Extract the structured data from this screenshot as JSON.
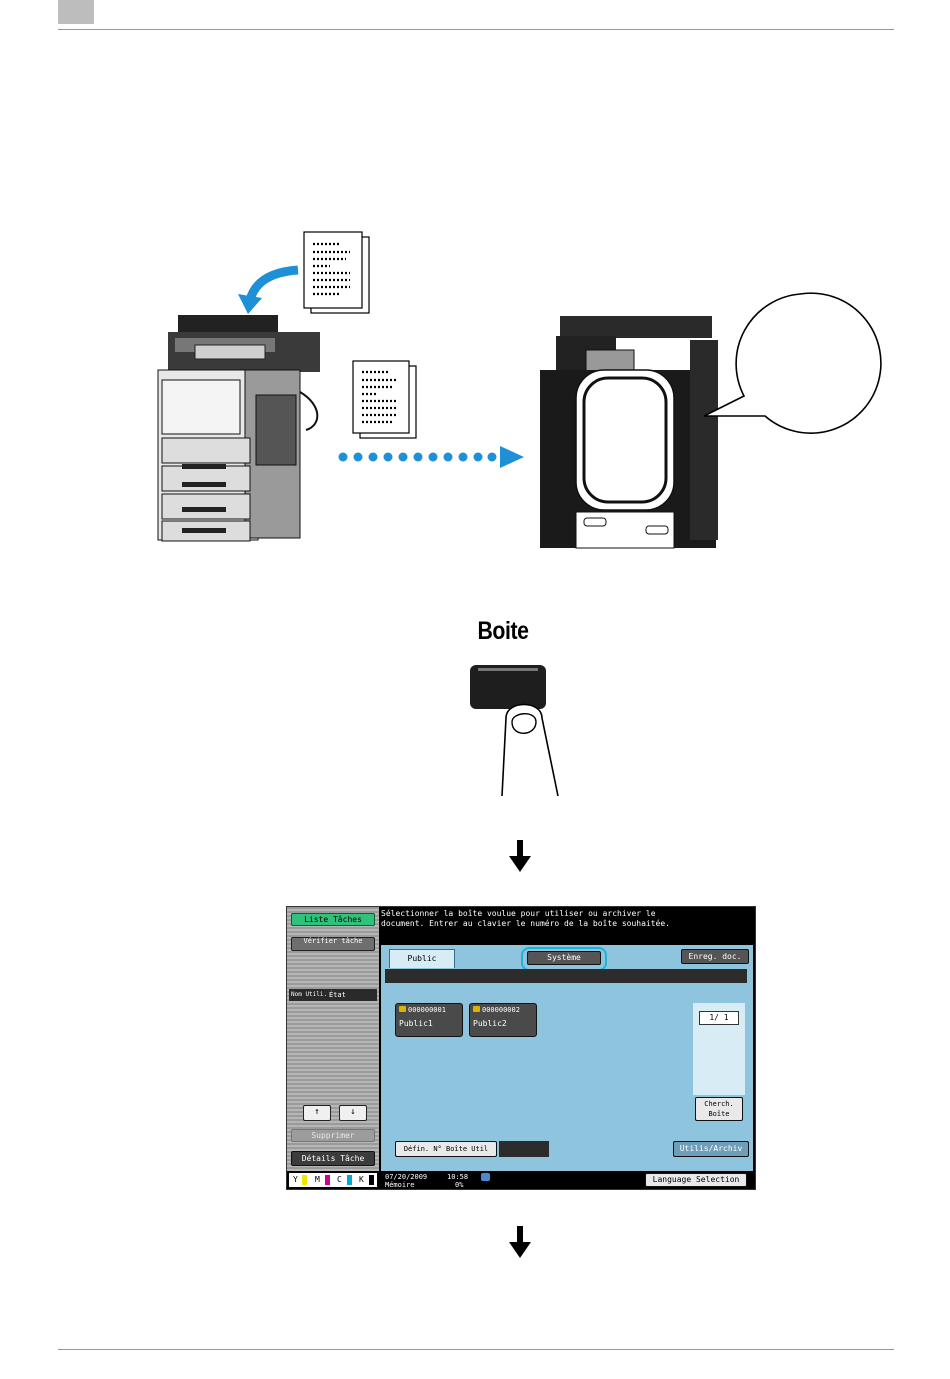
{
  "key": {
    "label": "Boite"
  },
  "panel": {
    "left": {
      "liste_taches": "Liste Tâches",
      "verifier_tache": "Vérifier tâche",
      "col_user": "Nom Utili.",
      "col_state": "État",
      "up": "↑",
      "down": "↓",
      "supprimer": "Supprimer",
      "details_tache": "Détails Tâche",
      "toner": [
        "Y",
        "M",
        "C",
        "K"
      ]
    },
    "message": {
      "line1": "Sélectionner la boîte voulue pour utiliser ou archiver le",
      "line2": "document. Entrer au clavier le numéro de la boîte souhaitée."
    },
    "tabs": {
      "public": "Public",
      "system": "Système"
    },
    "enreg_doc": "Enreg. doc.",
    "boxes": [
      {
        "number": "000000001",
        "name": "Public1"
      },
      {
        "number": "000000002",
        "name": "Public2"
      }
    ],
    "page": "1/  1",
    "cherch_line1": "Cherch.",
    "cherch_line2": "Boîte",
    "defin_label": "Défin. N° Boîte Util",
    "utilis_archiv": "Utilis/Archiv",
    "status": {
      "date": "07/20/2009",
      "time": "10:58",
      "memory_label": "Mémoire",
      "memory_value": "0%"
    },
    "language": "Language Selection"
  },
  "colors": {
    "screen_blue": "#8fc4de",
    "green_button": "#2ec27a",
    "highlight_ring": "#1cb4d6",
    "transfer_arrow": "#1e90d8",
    "toner_y": "#f2e600",
    "toner_m": "#d0008a",
    "toner_c": "#00a8d8",
    "toner_k": "#000000"
  }
}
